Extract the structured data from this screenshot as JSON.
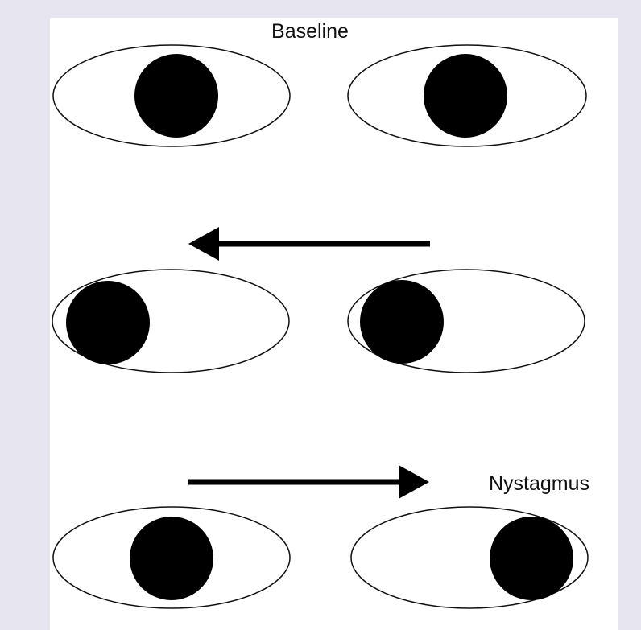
{
  "labels": {
    "baseline": "Baseline",
    "nystagmus": "Nystagmus"
  },
  "colors": {
    "background": "#e7e6f0",
    "panel": "#ffffff",
    "ink": "#111111"
  },
  "rows": [
    {
      "name": "baseline",
      "gaze": "center",
      "arrow": "none",
      "eyes": [
        {
          "side": "left-eye",
          "pupil_position": "center"
        },
        {
          "side": "right-eye",
          "pupil_position": "center"
        }
      ]
    },
    {
      "name": "leftward-gaze",
      "gaze": "left",
      "arrow": "left",
      "eyes": [
        {
          "side": "left-eye",
          "pupil_position": "far-left"
        },
        {
          "side": "right-eye",
          "pupil_position": "far-left"
        }
      ]
    },
    {
      "name": "nystagmus",
      "gaze": "right",
      "arrow": "right",
      "eyes": [
        {
          "side": "left-eye",
          "pupil_position": "center"
        },
        {
          "side": "right-eye",
          "pupil_position": "far-right"
        }
      ]
    }
  ]
}
